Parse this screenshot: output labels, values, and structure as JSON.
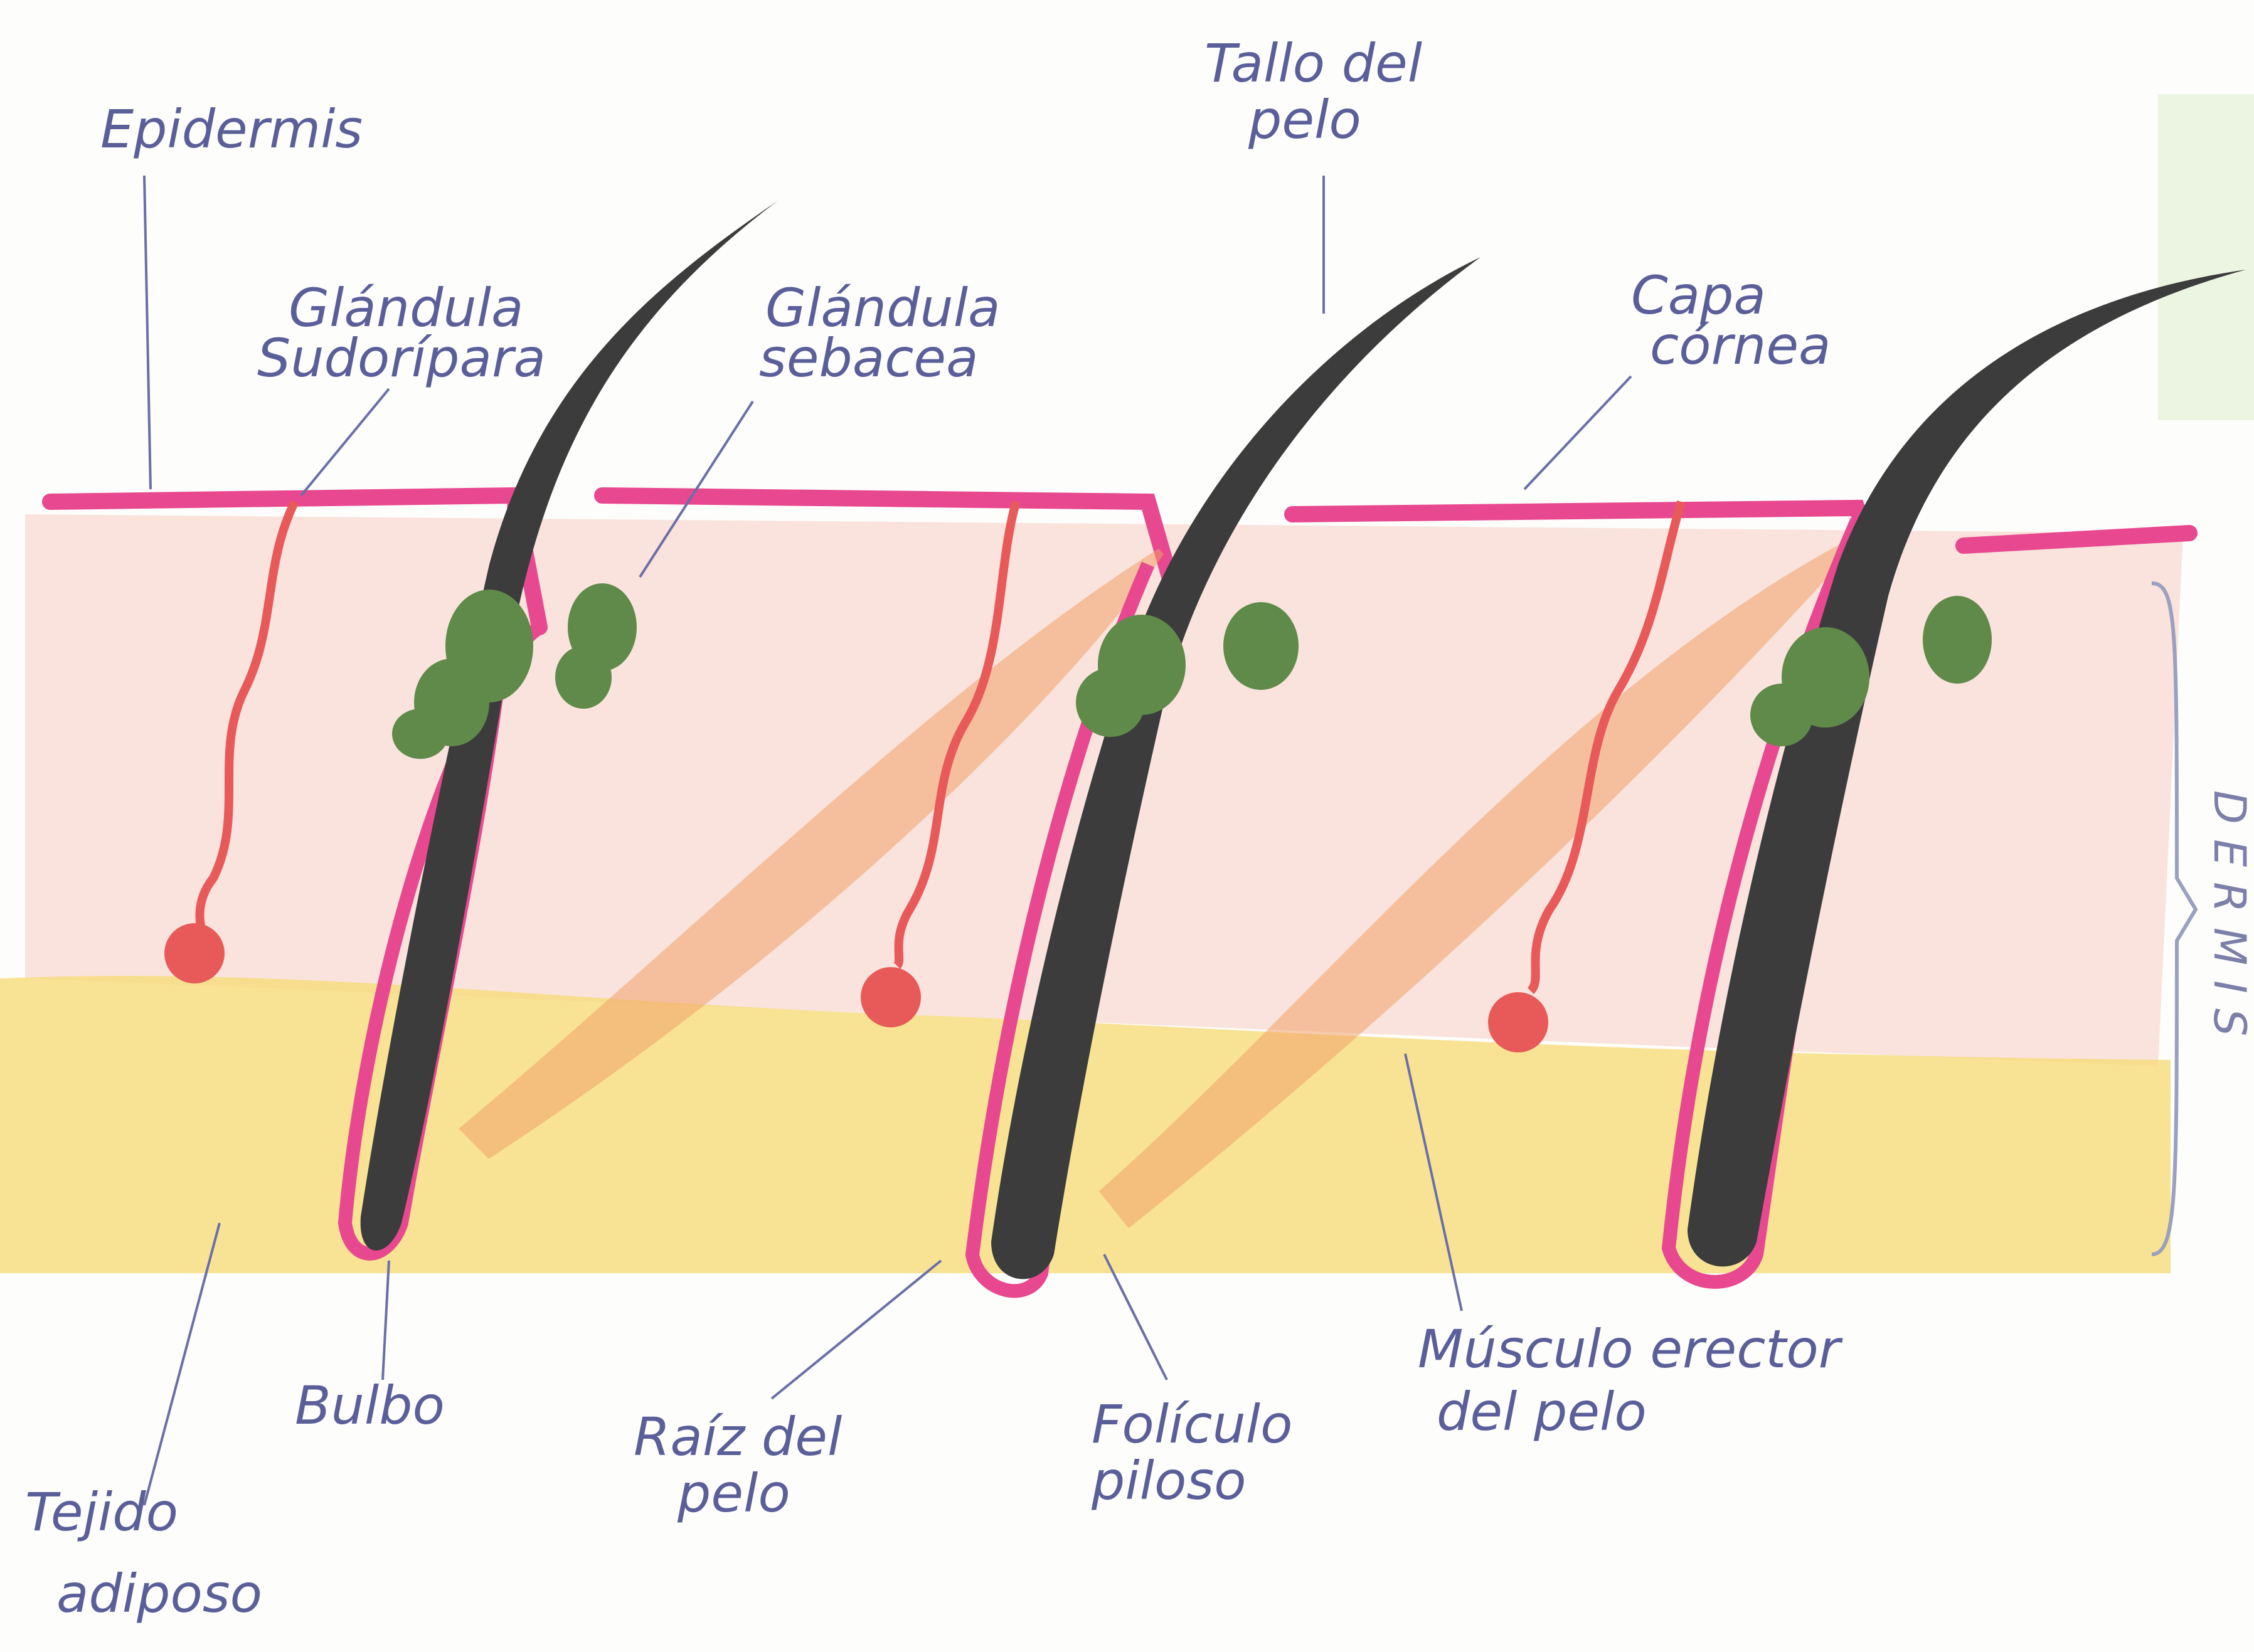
{
  "title": "",
  "labels": {
    "epidermis": "Epidermis",
    "sweat_gland_1": "Glándula",
    "sweat_gland_2": "Sudorípara",
    "sebaceous_1": "Glándula",
    "sebaceous_2": "sebacea",
    "shaft_1": "Tallo del",
    "shaft_2": "pelo",
    "corneum_1": "Capa",
    "corneum_2": "córnea",
    "bulb": "Bulbo",
    "root_1": "Raíz del",
    "root_2": "pelo",
    "follicle_1": "Folículo",
    "follicle_2": "piloso",
    "muscle_1": "Músculo erector",
    "muscle_2": "del pelo",
    "adipose_1": "Tejido",
    "adipose_2": "adiposo",
    "dermis": "DERMIS"
  },
  "colors": {
    "epidermis": "#e8488f",
    "dermis": "#f7d9d2",
    "adipose": "#f6dc7a",
    "hair": "#3c3c3c",
    "sebaceous_gland": "#5f8a4a",
    "sweat_gland": "#e85a5a",
    "erector_muscle": "#f2a36a",
    "label_ink": "#5a5f9a"
  }
}
